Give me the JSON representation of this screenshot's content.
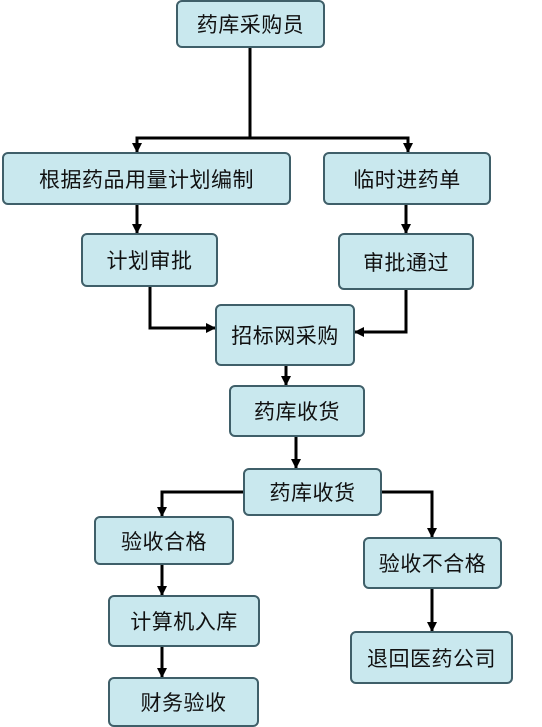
{
  "nodes": {
    "buyer": "药库采购员",
    "plan": "根据药品用量计划编制",
    "temp_order": "临时进药单",
    "plan_approval": "计划审批",
    "approved": "审批通过",
    "bidding": "招标网采购",
    "receive_1": "药库收货",
    "receive_2": "药库收货",
    "pass": "验收合格",
    "fail": "验收不合格",
    "computer_in": "计算机入库",
    "return": "退回医药公司",
    "finance": "财务验收"
  },
  "colors": {
    "node_fill": "#c9e8ee",
    "node_border": "#3f5f69",
    "connector": "#000000"
  }
}
